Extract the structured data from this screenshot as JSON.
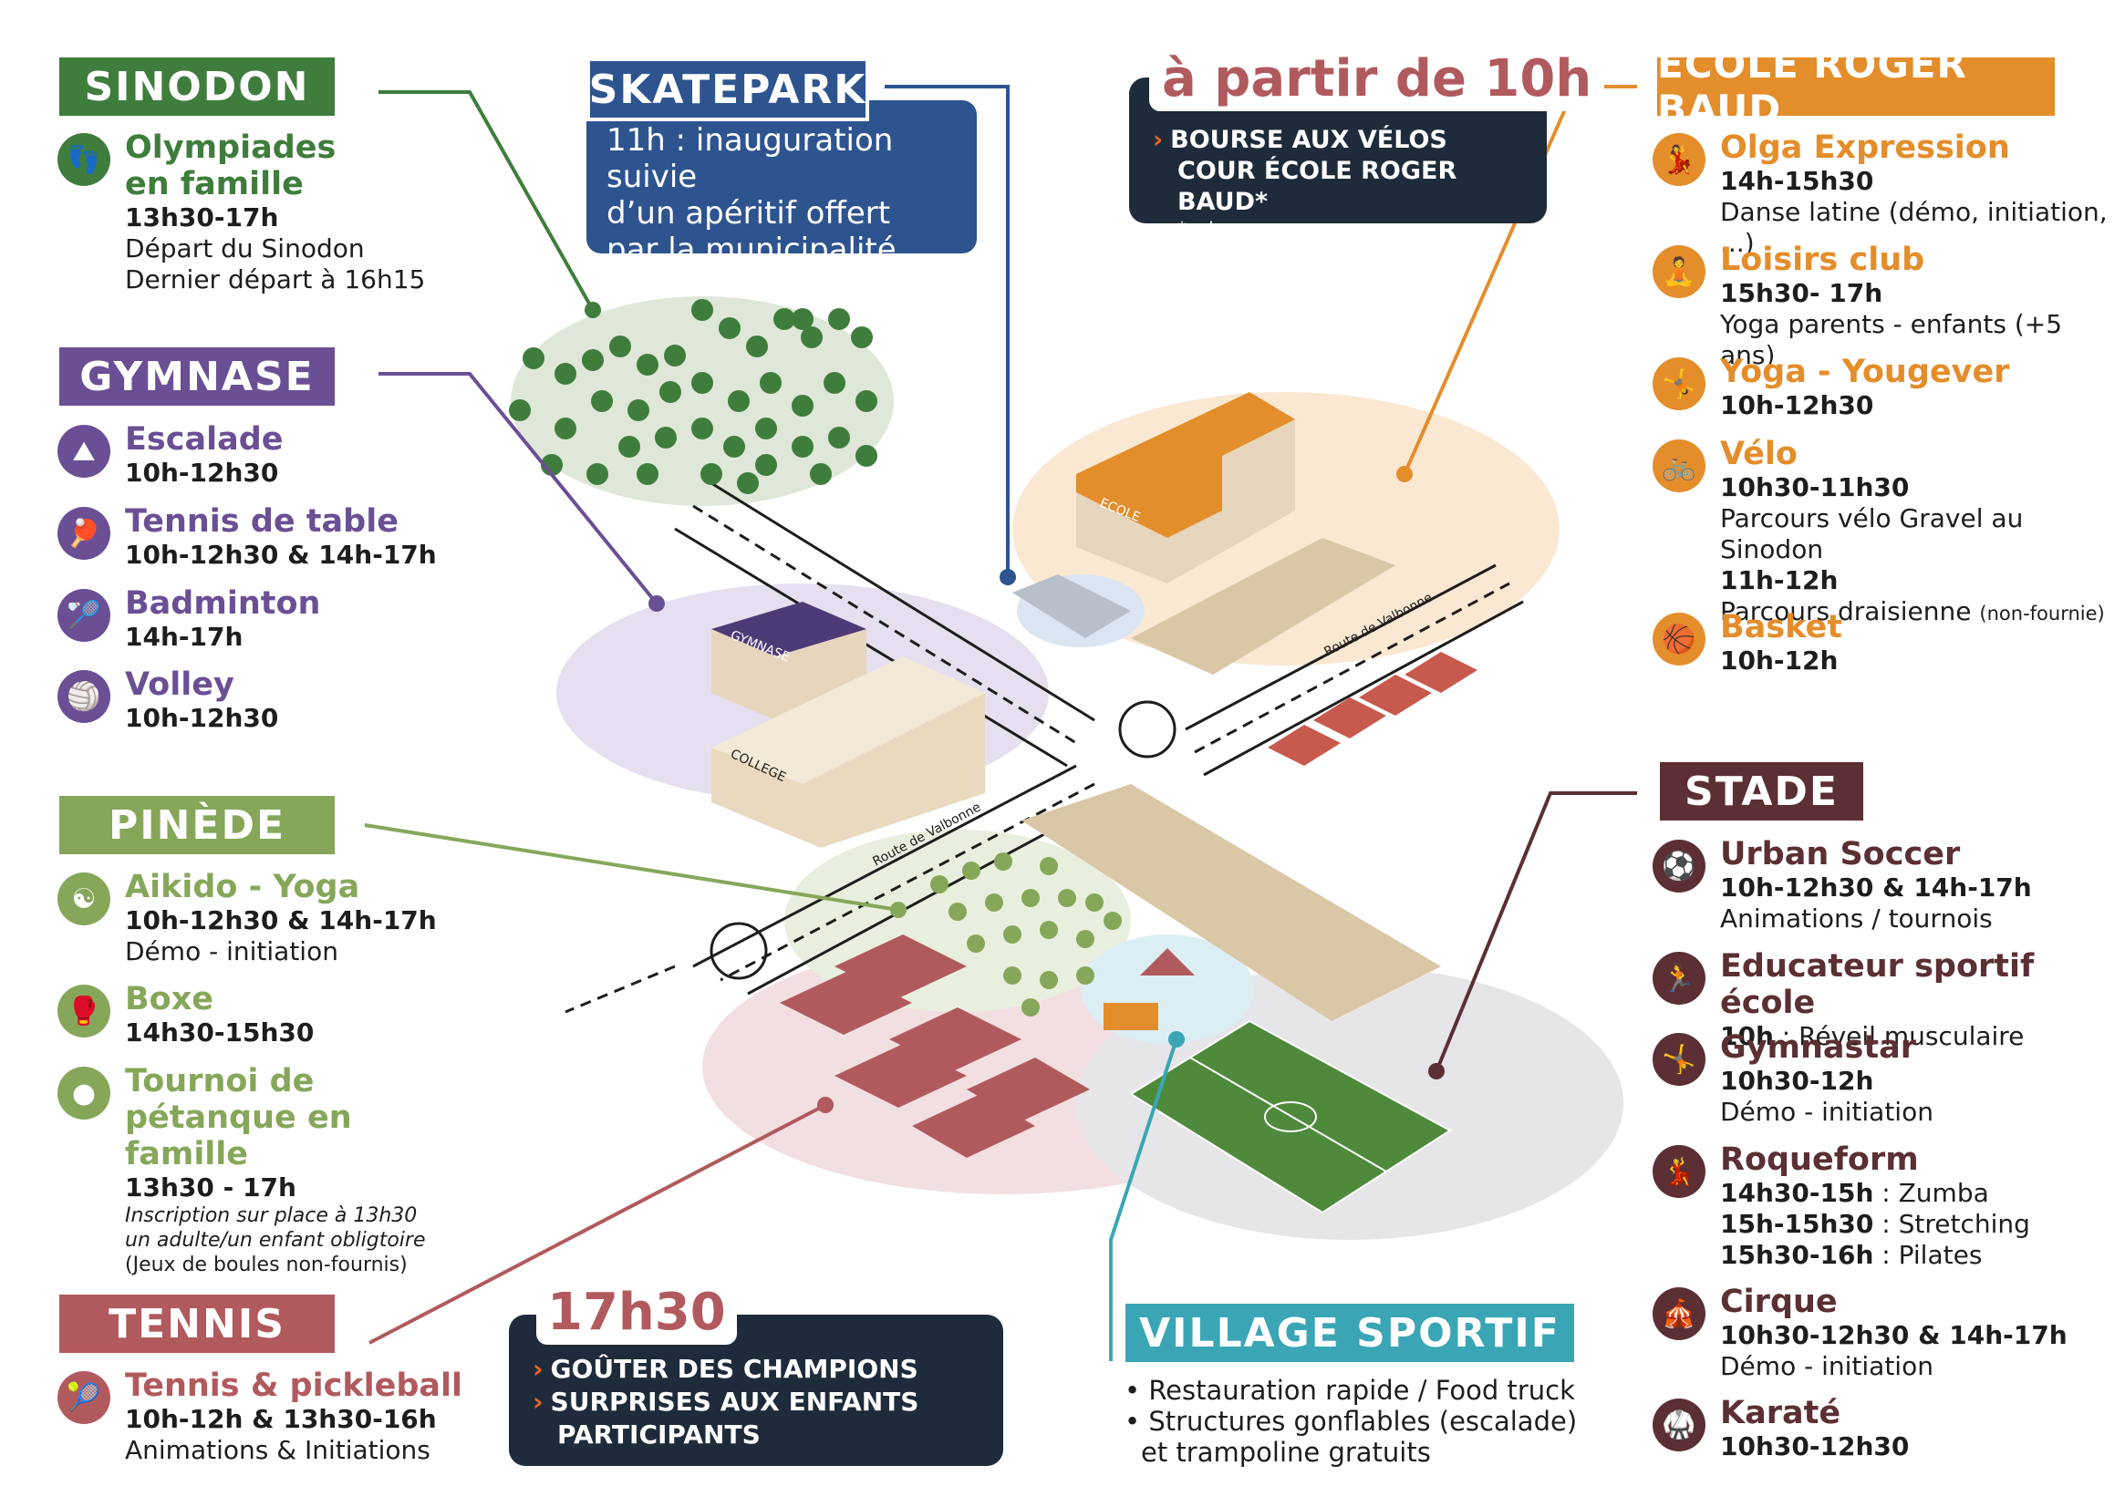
{
  "colors": {
    "green": "#3f7d3c",
    "purple": "#6a4f95",
    "lightgreen": "#86a75a",
    "red": "#b15a5e",
    "orange": "#e48d2b",
    "brown": "#5b2f33",
    "navy": "#1e2b3a",
    "blue": "#2e5490",
    "teal": "#3aa6b5"
  },
  "sinodon": {
    "title": "SINODON",
    "icon": "footprints-icon",
    "activity": {
      "title": "Olympiades en famille",
      "line1": "13h30-17h",
      "line2": "Départ du Sinodon",
      "line3": "Dernier départ à 16h15"
    }
  },
  "gymnase": {
    "title": "GYMNASE",
    "activities": [
      {
        "title": "Escalade",
        "time": "10h-12h30",
        "icon": "climbing-icon"
      },
      {
        "title": "Tennis de table",
        "time": "10h-12h30 & 14h-17h",
        "icon": "table-tennis-icon"
      },
      {
        "title": "Badminton",
        "time": "14h-17h",
        "icon": "badminton-icon"
      },
      {
        "title": "Volley",
        "time": "10h-12h30",
        "icon": "volleyball-icon"
      }
    ]
  },
  "pinede": {
    "title": "PINÈDE",
    "activities": [
      {
        "title": "Aikido - Yoga",
        "time": "10h-12h30 & 14h-17h",
        "desc": "Démo - initiation",
        "icon": "meditation-icon"
      },
      {
        "title": "Boxe",
        "time": "14h30-15h30",
        "icon": "boxing-icon"
      },
      {
        "title": "Tournoi de pétanque en famille",
        "time": "13h30 - 17h",
        "note1": "Inscription sur place à 13h30",
        "note2": "un adulte/un enfant obligtoire",
        "note3": "(Jeux de boules non-fournis)",
        "icon": "petanque-icon"
      }
    ]
  },
  "tennis": {
    "title": "TENNIS",
    "activity": {
      "title": "Tennis & pickleball",
      "time": "10h-12h & 13h30-16h",
      "desc": "Animations & Initiations",
      "icon": "tennis-icon"
    }
  },
  "skatepark": {
    "title": "SKATEPARK",
    "text1": "11h : inauguration suivie",
    "text2": "d’un apéritif offert",
    "text3": "par la municipalité"
  },
  "bourse": {
    "heading": "à partir de 10h",
    "line1": "BOURSE AUX VÉLOS",
    "line2": "COUR ÉCOLE ROGER BAUD*",
    "note": "*voir au verso"
  },
  "gouter": {
    "heading": "17h30",
    "item1": "GOÛTER DES CHAMPIONS",
    "item2a": "SURPRISES AUX ENFANTS",
    "item2b": "PARTICIPANTS"
  },
  "ecole": {
    "title": "ECOLE ROGER BAUD",
    "activities": [
      {
        "title": "Olga Expression",
        "time": "14h-15h30",
        "desc": "Danse latine (démo, initiation, ...)",
        "icon": "dance-icon"
      },
      {
        "title": "Loisirs club",
        "time": "15h30- 17h",
        "desc": "Yoga parents - enfants (+5 ans)",
        "icon": "yoga-icon"
      },
      {
        "title": "Yoga - Yougever",
        "time": "10h-12h30",
        "icon": "stretch-icon"
      },
      {
        "title": "Vélo",
        "time": "10h30-11h30",
        "desc": "Parcours vélo Gravel au Sinodon",
        "time2": "11h-12h",
        "desc2": "Parcours draisienne",
        "desc2small": "(non-fournie)",
        "icon": "bicycle-icon"
      },
      {
        "title": "Basket",
        "time": "10h-12h",
        "icon": "basketball-icon"
      }
    ]
  },
  "stade": {
    "title": "STADE",
    "activities": [
      {
        "title": "Urban Soccer",
        "time": "10h-12h30 & 14h-17h",
        "desc": "Animations / tournois",
        "icon": "soccer-icon"
      },
      {
        "title": "Educateur sportif école",
        "time": "10h",
        "desc": " : Réveil musculaire",
        "icon": "fitness-icon"
      },
      {
        "title": "Gymnastar",
        "time": "10h30-12h",
        "desc": "Démo - initiation",
        "icon": "gymnastics-icon"
      },
      {
        "title": "Roqueform",
        "r1a": "14h30-15h",
        "r1b": " : Zumba",
        "r2a": "15h-15h30",
        "r2b": " : Stretching",
        "r3a": "15h30-16h",
        "r3b": " : Pilates",
        "icon": "zumba-icon"
      },
      {
        "title": "Cirque",
        "time": "10h30-12h30 & 14h-17h",
        "desc": "Démo - initiation",
        "icon": "circus-icon"
      },
      {
        "title": "Karaté",
        "time": "10h30-12h30",
        "icon": "karate-icon"
      }
    ]
  },
  "village": {
    "title": "VILLAGE SPORTIF",
    "b1": "• Restauration rapide / Food truck",
    "b2": "• Structures gonflables (escalade)",
    "b3": "et trampoline gratuits"
  },
  "map": {
    "road1": "Route de Valbonne",
    "road2": "Route de Valbonne",
    "ecole_sign": "ECOLE",
    "gymnase_sign": "GYMNASE",
    "college_sign": "COLLEGE"
  }
}
